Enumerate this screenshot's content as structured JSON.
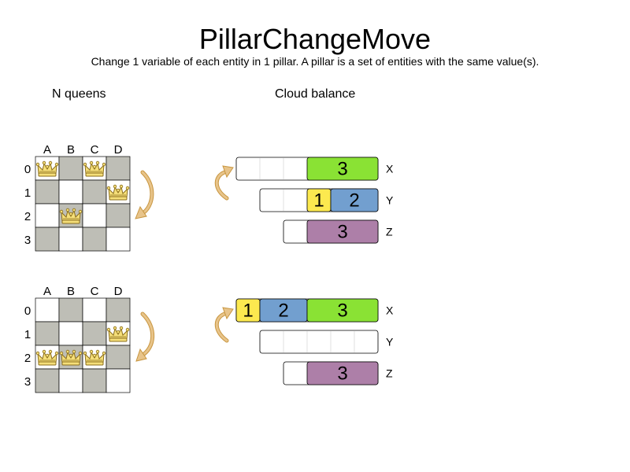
{
  "title": "PillarChangeMove",
  "subtitle": "Change 1 variable of each entity in 1 pillar. A pillar is a set of entities with the same value(s).",
  "sections": {
    "nqueens_label": "N queens",
    "cloud_label": "Cloud balance"
  },
  "colors": {
    "dark_square": "#bebeb6",
    "light_square": "#ffffff",
    "arrow_fill": "#e8c48a",
    "arrow_stroke": "#c89640",
    "queen_fill": "#f5df7a",
    "queen_stroke": "#8a6d1a",
    "proc_yellow": "#fce94f",
    "proc_blue": "#729fcf",
    "proc_green": "#8ae234",
    "proc_purple": "#ad7fa8"
  },
  "nqueens": {
    "columns": [
      "A",
      "B",
      "C",
      "D"
    ],
    "rows": [
      "0",
      "1",
      "2",
      "3"
    ],
    "boards": [
      {
        "name": "before",
        "queens": [
          [
            0,
            0
          ],
          [
            1,
            2
          ],
          [
            2,
            0
          ],
          [
            3,
            1
          ]
        ]
      },
      {
        "name": "after",
        "queens": [
          [
            0,
            2
          ],
          [
            1,
            2
          ],
          [
            2,
            2
          ],
          [
            3,
            1
          ]
        ]
      }
    ]
  },
  "cloud": {
    "computers": [
      "X",
      "Y",
      "Z"
    ],
    "capacity_slots": [
      6,
      5,
      4
    ],
    "states": [
      {
        "name": "before",
        "rows": [
          {
            "computer": "X",
            "processes": [
              {
                "label": "3",
                "size": 3,
                "color": "proc_green"
              }
            ]
          },
          {
            "computer": "Y",
            "processes": [
              {
                "label": "1",
                "size": 1,
                "color": "proc_yellow"
              },
              {
                "label": "2",
                "size": 2,
                "color": "proc_blue"
              }
            ]
          },
          {
            "computer": "Z",
            "processes": [
              {
                "label": "3",
                "size": 3,
                "color": "proc_purple"
              }
            ]
          }
        ]
      },
      {
        "name": "after",
        "rows": [
          {
            "computer": "X",
            "processes": [
              {
                "label": "1",
                "size": 1,
                "color": "proc_yellow"
              },
              {
                "label": "2",
                "size": 2,
                "color": "proc_blue"
              },
              {
                "label": "3",
                "size": 3,
                "color": "proc_green"
              }
            ]
          },
          {
            "computer": "Y",
            "processes": []
          },
          {
            "computer": "Z",
            "processes": [
              {
                "label": "3",
                "size": 3,
                "color": "proc_purple"
              }
            ]
          }
        ]
      }
    ]
  }
}
